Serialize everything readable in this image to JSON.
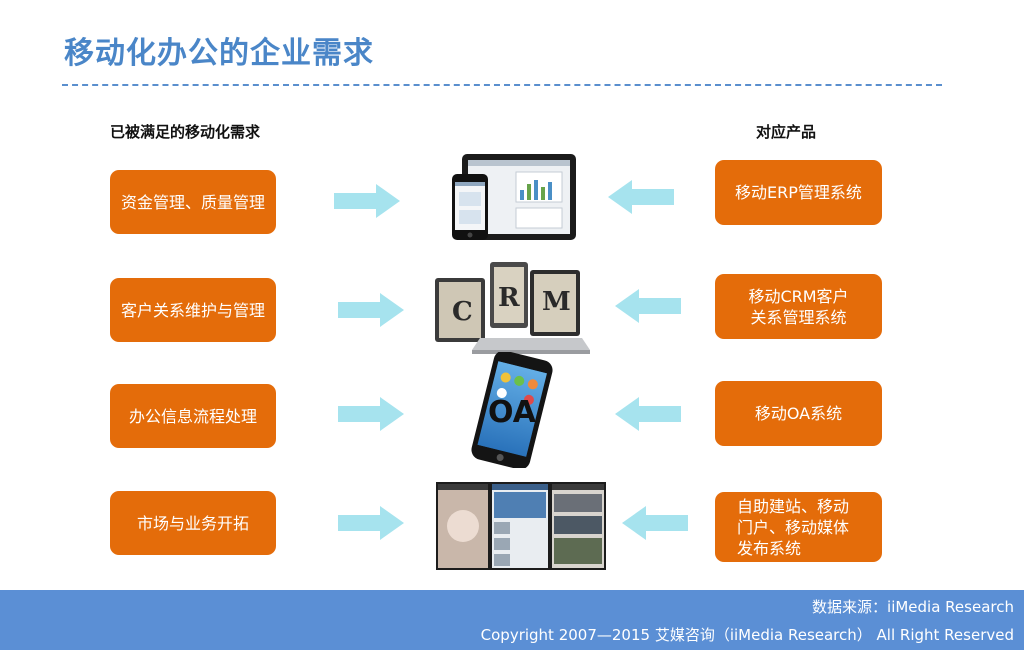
{
  "title": "移动化办公的企业需求",
  "left_header": "已被满足的移动化需求",
  "right_header": "对应产品",
  "needs": [
    "资金管理、质量管理",
    "客户关系维护与管理",
    "办公信息流程处理",
    "市场与业务开拓"
  ],
  "products": [
    "移动ERP管理系统",
    "移动CRM客户\n关系管理系统",
    "移动OA系统",
    "自助建站、移动\n门户、移动媒体\n发布系统"
  ],
  "device_labels": {
    "crm_c": "C",
    "crm_r": "R",
    "crm_m": "M",
    "oa": "OA"
  },
  "footer": {
    "source": "数据来源：iiMedia Research",
    "copyright": "Copyright 2007—2015 艾媒咨询（iiMedia Research） All Right Reserved"
  },
  "colors": {
    "title": "#4a86c8",
    "box": "#e46c0a",
    "arrow": "#a6e3ee",
    "footer": "#5b8fd5"
  }
}
